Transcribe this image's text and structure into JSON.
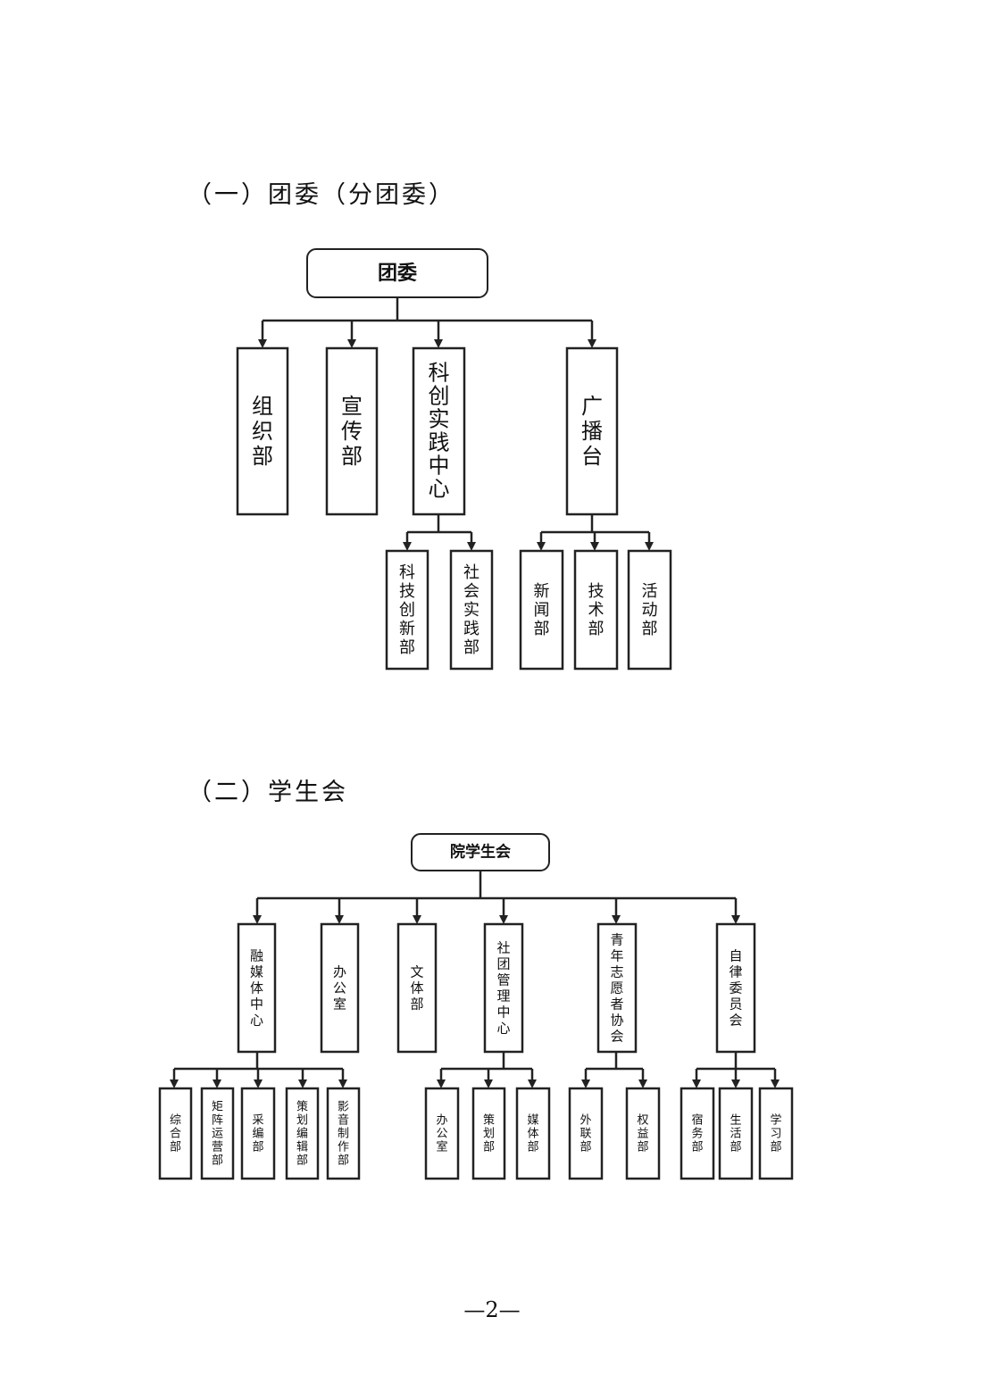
{
  "section1": {
    "heading": "（一）团委（分团委）",
    "root": "团委",
    "level1": [
      "组织部",
      "宣传部",
      "科创实践中心",
      "广播台"
    ],
    "children": {
      "科创实践中心": [
        "科技创新部",
        "社会实践部"
      ],
      "广播台": [
        "新闻部",
        "技术部",
        "活动部"
      ]
    }
  },
  "section2": {
    "heading": "（二）学生会",
    "root": "院学生会",
    "level1": [
      "融媒体中心",
      "办公室",
      "文体部",
      "社团管理中心",
      "青年志愿者协会",
      "自律委员会"
    ],
    "children": {
      "融媒体中心": [
        "综合部",
        "矩阵运营部",
        "采编部",
        "策划编辑部",
        "影音制作部"
      ],
      "社团管理中心": [
        "办公室",
        "策划部",
        "媒体部"
      ],
      "青年志愿者协会": [
        "外联部",
        "权益部"
      ],
      "自律委员会": [
        "宿务部",
        "生活部",
        "学习部"
      ]
    }
  },
  "page_number": "—2—"
}
